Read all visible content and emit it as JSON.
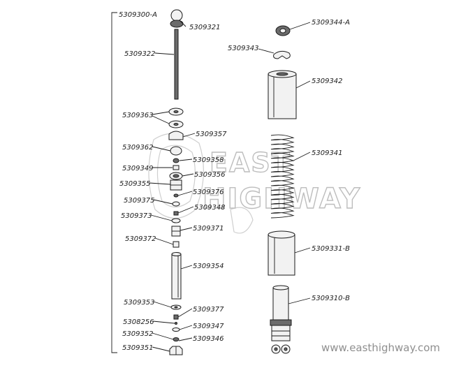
{
  "assembly_label": "5309300-A",
  "labels": {
    "p5309321": "5309321",
    "p5309322": "5309322",
    "p5309363": "5309363",
    "p5309357": "5309357",
    "p5309362": "5309362",
    "p5309358": "5309358",
    "p5309349": "5309349",
    "p5309356": "5309356",
    "p5309355": "5309355",
    "p5309376": "5309376",
    "p5309375": "5309375",
    "p5309348": "5309348",
    "p5309373": "5309373",
    "p5309371": "5309371",
    "p5309372": "5309372",
    "p5309354": "5309354",
    "p5309353": "5309353",
    "p5309377": "5309377",
    "p5308256": "5308256",
    "p5309347": "5309347",
    "p5309352": "5309352",
    "p5309346": "5309346",
    "p5309351": "5309351",
    "p5309344A": "5309344-A",
    "p5309343": "5309343",
    "p5309342": "5309342",
    "p5309341": "5309341",
    "p5309331B": "5309331-B",
    "p5309310B": "5309310-B"
  },
  "watermark": {
    "line1": "EAST",
    "line2": "HIGHWAY",
    "url": "www.easthighway.com"
  },
  "colors": {
    "ink": "#1a1a1a",
    "watermark": "#bdbdbd"
  }
}
